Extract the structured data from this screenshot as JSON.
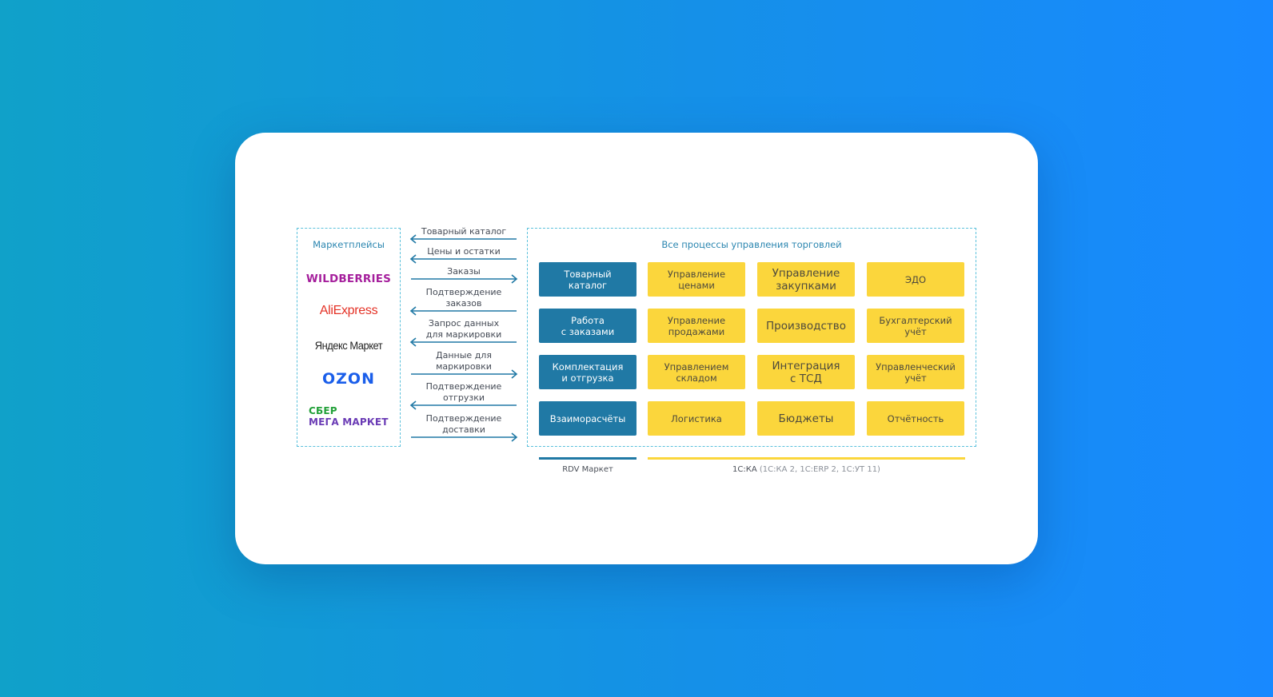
{
  "marketplaces": {
    "title": "Маркетплейсы",
    "logos": [
      {
        "name": "wildberries",
        "text": "WILDBERRIES",
        "color": "#a51f9c"
      },
      {
        "name": "aliexpress",
        "text": "AliExpress",
        "color": "#e43226"
      },
      {
        "name": "yandex-market",
        "text": "Яндекс Маркет",
        "color": "#222222"
      },
      {
        "name": "ozon",
        "text": "OZON",
        "color": "#1a5eea"
      },
      {
        "name": "sbermegamarket",
        "text_top": "СБЕР",
        "text_bottom": "МЕГА МАРКЕТ",
        "color_top": "#21a038",
        "color_bottom": "#6a3bb5"
      }
    ]
  },
  "flows": [
    {
      "label": "Товарный каталог",
      "direction": "left"
    },
    {
      "label": "Цены и остатки",
      "direction": "left"
    },
    {
      "label": "Заказы",
      "direction": "right"
    },
    {
      "label": "Подтверждение\nзаказов",
      "direction": "left"
    },
    {
      "label": "Запрос данных\nдля маркировки",
      "direction": "left"
    },
    {
      "label": "Данные для\nмаркировки",
      "direction": "right"
    },
    {
      "label": "Подтверждение\nотгрузки",
      "direction": "left"
    },
    {
      "label": "Подтверждение\nдоставки",
      "direction": "right"
    }
  ],
  "processes": {
    "title": "Все процессы управления торговлей",
    "rows": [
      [
        {
          "label": "Товарный\nкаталог",
          "kind": "blue"
        },
        {
          "label": "Управление\nценами",
          "kind": "yellow"
        },
        {
          "label": "Управление\nзакупками",
          "kind": "yellow",
          "big": true
        },
        {
          "label": "ЭДО",
          "kind": "yellow"
        }
      ],
      [
        {
          "label": "Работа\nс заказами",
          "kind": "blue"
        },
        {
          "label": "Управление\nпродажами",
          "kind": "yellow"
        },
        {
          "label": "Производство",
          "kind": "yellow",
          "big": true
        },
        {
          "label": "Бухгалтерский\nучёт",
          "kind": "yellow"
        }
      ],
      [
        {
          "label": "Комплектация\nи отгрузка",
          "kind": "blue"
        },
        {
          "label": "Управлением\nскладом",
          "kind": "yellow"
        },
        {
          "label": "Интеграция\nс ТСД",
          "kind": "yellow",
          "big": true
        },
        {
          "label": "Управленческий\nучёт",
          "kind": "yellow"
        }
      ],
      [
        {
          "label": "Взаиморасчёты",
          "kind": "blue"
        },
        {
          "label": "Логистика",
          "kind": "yellow"
        },
        {
          "label": "Бюджеты",
          "kind": "yellow",
          "big": true
        },
        {
          "label": "Отчётность",
          "kind": "yellow"
        }
      ]
    ]
  },
  "legend": {
    "rdv": {
      "label": "RDV Маркет",
      "color": "#2079a5"
    },
    "onec": {
      "label": "1С:КА",
      "sublabel": "(1С:КА 2, 1С:ERP 2, 1С:УТ 11)",
      "color": "#fbd63c"
    }
  },
  "colors": {
    "blue_tile": "#2079a5",
    "yellow_tile": "#fbd63c",
    "arrow": "#2079a5",
    "dashed_border": "#5cc1dc"
  }
}
